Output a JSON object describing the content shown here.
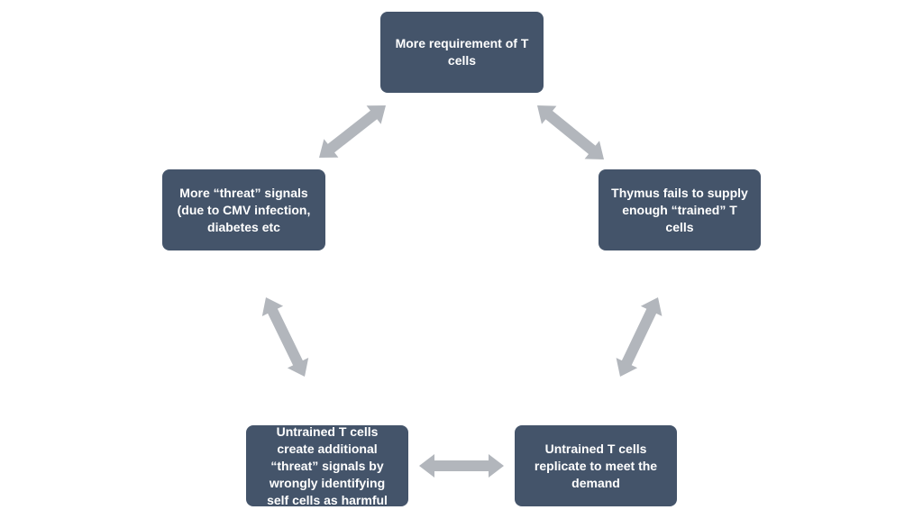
{
  "colors": {
    "box_fill": "#44546a",
    "box_text": "#ffffff",
    "arrow_fill": "#b2b6bc"
  },
  "nodes": {
    "top": "More requirement of T\ncells",
    "right": "Thymus fails to supply\nenough “trained” T\ncells",
    "bottom_right": "Untrained T cells\nreplicate to meet the\ndemand",
    "bottom_left": "Untrained T cells\ncreate additional\n“threat” signals by\nwrongly identifying\nself cells as harmful",
    "left": "More “threat” signals\n(due to CMV infection,\ndiabetes etc"
  },
  "connections": [
    {
      "from": "top",
      "to": "right",
      "style": "double-headed-arrow"
    },
    {
      "from": "right",
      "to": "bottom_right",
      "style": "double-headed-arrow"
    },
    {
      "from": "bottom_right",
      "to": "bottom_left",
      "style": "double-headed-arrow"
    },
    {
      "from": "bottom_left",
      "to": "left",
      "style": "double-headed-arrow"
    },
    {
      "from": "left",
      "to": "top",
      "style": "double-headed-arrow"
    }
  ]
}
